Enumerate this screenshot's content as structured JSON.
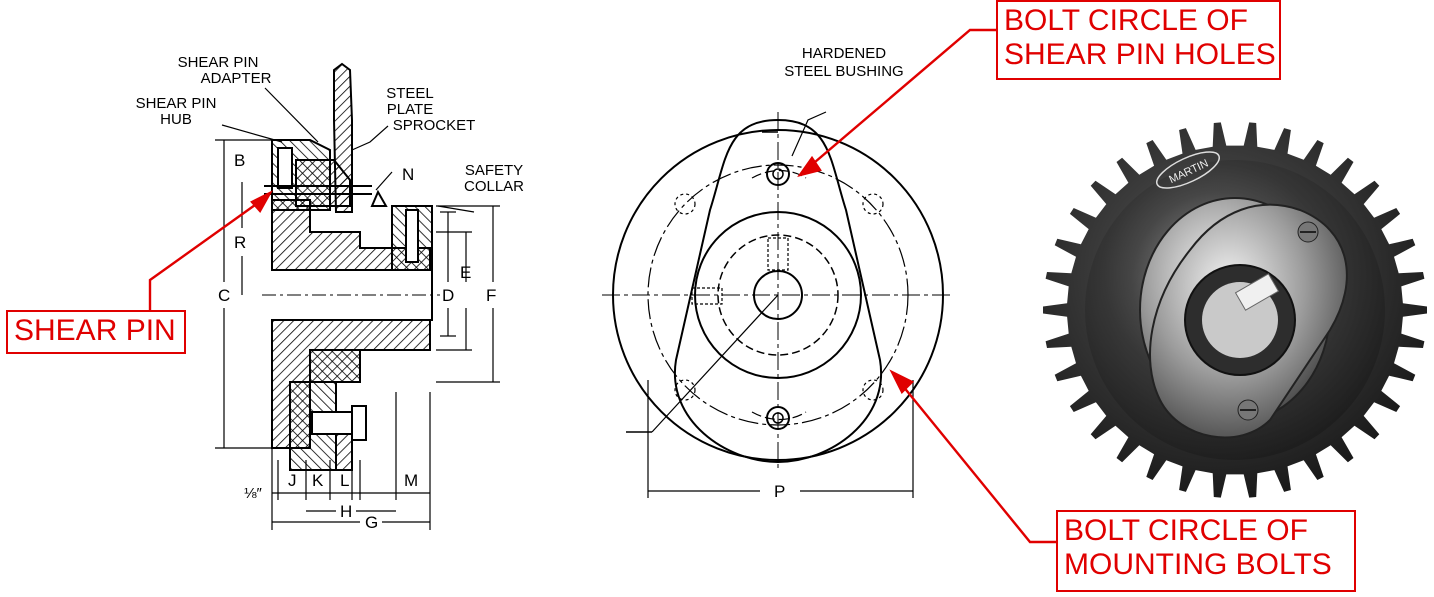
{
  "colors": {
    "callout": "#e00000",
    "ink": "#000000",
    "sprocket": "#2a2a2a"
  },
  "side_view": {
    "labels": {
      "shear_pin_adapter": [
        "SHEAR PIN",
        "ADAPTER"
      ],
      "shear_pin_hub": [
        "SHEAR PIN",
        "HUB"
      ],
      "steel_plate_sprocket": [
        "STEEL",
        "PLATE",
        "SPROCKET"
      ],
      "safety_collar": [
        "SAFETY",
        "COLLAR"
      ]
    },
    "dims": {
      "B": "B",
      "R": "R",
      "C": "C",
      "N": "N",
      "E": "E",
      "D": "D",
      "F": "F",
      "J": "J",
      "K": "K",
      "L": "L",
      "M": "M",
      "H": "H",
      "G": "G",
      "eighth": "⅛″"
    }
  },
  "front_view": {
    "labels": {
      "hardened_steel_bushing": [
        "HARDENED",
        "STEEL BUSHING"
      ]
    },
    "dims": {
      "P": "P"
    }
  },
  "photo": {
    "brand": "MARTIN"
  },
  "callouts": {
    "shear_pin": "SHEAR PIN",
    "bolt_circle_shear": [
      "BOLT CIRCLE OF",
      "SHEAR PIN HOLES"
    ],
    "bolt_circle_mounting": [
      "BOLT CIRCLE OF",
      "MOUNTING BOLTS"
    ]
  }
}
